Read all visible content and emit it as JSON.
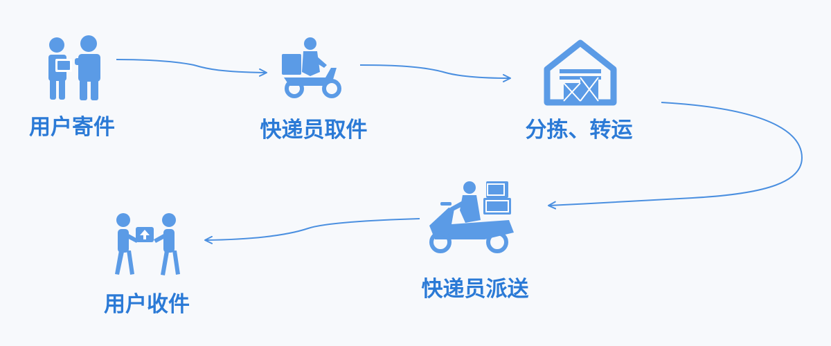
{
  "diagram": {
    "colors": {
      "icon": "#5b9be6",
      "icon_dark": "#4a86d8",
      "text": "#2b7ad6",
      "arrow": "#4a8fe0",
      "background": "#f7f9fc"
    },
    "steps": [
      {
        "id": "user-send",
        "label": "用户寄件",
        "icon": "two-people-parcel-handover-icon"
      },
      {
        "id": "courier-pickup",
        "label": "快递员取件",
        "icon": "courier-scooter-icon"
      },
      {
        "id": "sort-transfer",
        "label": "分拣、转运",
        "icon": "warehouse-icon"
      },
      {
        "id": "courier-deliver",
        "label": "快递员派送",
        "icon": "delivery-scooter-boxes-icon"
      },
      {
        "id": "user-receive",
        "label": "用户收件",
        "icon": "two-people-receive-parcel-icon"
      }
    ],
    "connectors": [
      {
        "from": "user-send",
        "to": "courier-pickup"
      },
      {
        "from": "courier-pickup",
        "to": "sort-transfer"
      },
      {
        "from": "sort-transfer",
        "to": "courier-deliver"
      },
      {
        "from": "courier-deliver",
        "to": "user-receive"
      }
    ]
  }
}
